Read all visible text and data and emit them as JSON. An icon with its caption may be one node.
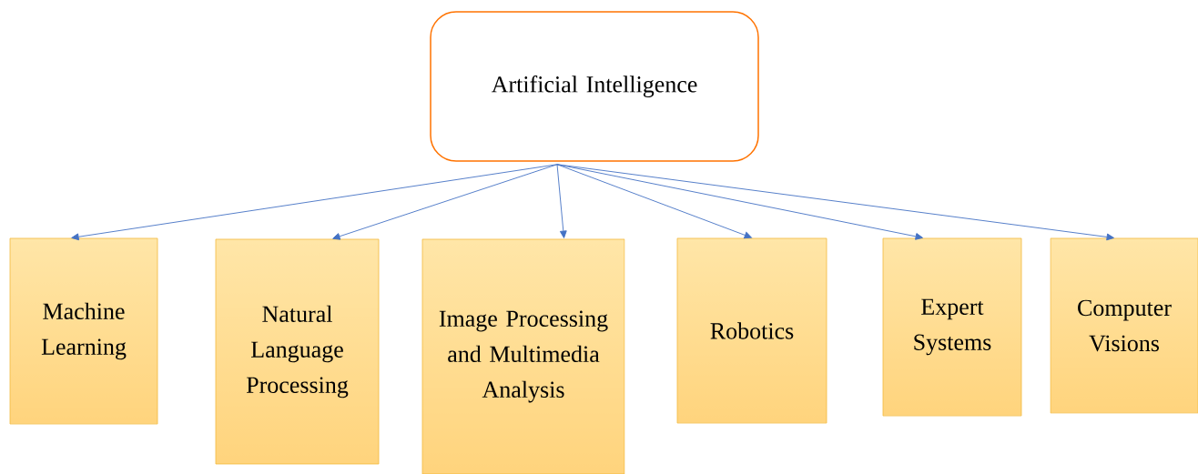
{
  "diagram": {
    "nodes": [
      {
        "text": [
          "Artificial Intelligence"
        ]
      },
      {
        "text": [
          "Machine Learning"
        ]
      },
      {
        "text": [
          "Natural Language Processing"
        ]
      },
      {
        "text": [
          "Image Processing and Multimedia Analysis"
        ]
      },
      {
        "text": [
          "Robotics"
        ]
      },
      {
        "text": [
          "Expert Systems"
        ]
      },
      {
        "text": [
          "Computer Visions"
        ]
      }
    ],
    "edges": [
      {
        "from": 0,
        "to": 1,
        "arrow": "to"
      },
      {
        "from": 0,
        "to": 2,
        "arrow": "to"
      },
      {
        "from": 0,
        "to": 3,
        "arrow": "to"
      },
      {
        "from": 0,
        "to": 4,
        "arrow": "to"
      },
      {
        "from": 0,
        "to": 5,
        "arrow": "to"
      },
      {
        "from": 0,
        "to": 6,
        "arrow": "to"
      }
    ]
  }
}
